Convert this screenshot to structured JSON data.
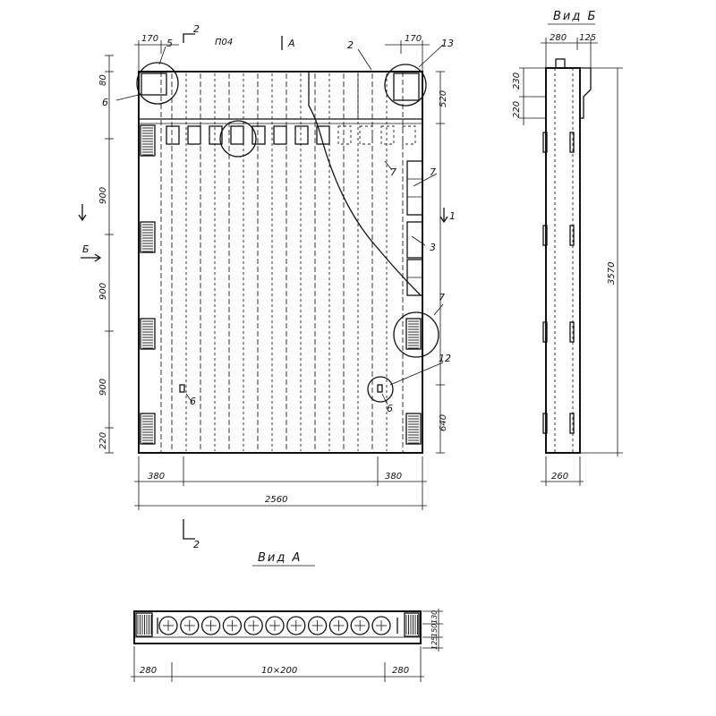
{
  "views": {
    "main": {
      "top_dims": [
        "170",
        "170"
      ],
      "section_marks": {
        "two": "2",
        "one": "1",
        "b": "Б",
        "a": "А"
      },
      "left_dims": [
        "80",
        "900",
        "900",
        "900",
        "220"
      ],
      "right_dims": [
        "520",
        "640"
      ],
      "bottom_dims": [
        "380",
        "380",
        "2560"
      ],
      "callouts": [
        "5",
        "2",
        "13",
        "6",
        "7",
        "7",
        "3",
        "7",
        "12",
        "6",
        "6"
      ],
      "reference": "П04"
    },
    "view_b": {
      "title": "Вид Б",
      "top_dims": [
        "280",
        "125"
      ],
      "left_dims": [
        "230",
        "220"
      ],
      "height_dim": "3570",
      "bottom_dim": "260"
    },
    "view_a": {
      "title": "Вид А",
      "bottom_dims": [
        "280",
        "10×200",
        "280"
      ],
      "right_dims": [
        "130",
        "150",
        "125"
      ]
    }
  }
}
